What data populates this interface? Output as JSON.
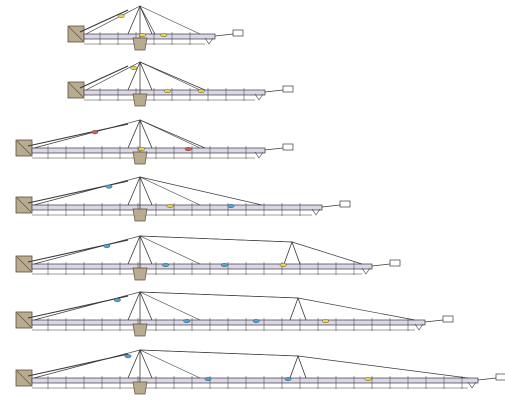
{
  "diagram": {
    "variants": [
      {
        "id": "A",
        "tower2": false,
        "markers": [
          "#e8d24a",
          "#e8d24a",
          "#e8d24a"
        ]
      },
      {
        "id": "B",
        "tower2": false,
        "markers": [
          "#e8d24a",
          "#e8d24a",
          "#e8d24a"
        ]
      },
      {
        "id": "C",
        "tower2": false,
        "markers": [
          "#d45b5b",
          "#e8d24a",
          "#d45b5b"
        ]
      },
      {
        "id": "D",
        "tower2": false,
        "markers": [
          "#4aa6d6",
          "#e8d24a",
          "#4aa6d6"
        ]
      },
      {
        "id": "E",
        "tower2": true,
        "markers": [
          "#4aa6d6",
          "#4aa6d6",
          "#4aa6d6",
          "#e8d24a"
        ]
      },
      {
        "id": "F",
        "tower2": true,
        "markers": [
          "#4aa6d6",
          "#4aa6d6",
          "#4aa6d6",
          "#e8d24a"
        ]
      },
      {
        "id": "G",
        "tower2": true,
        "markers": [
          "#4aa6d6",
          "#4aa6d6",
          "#4aa6d6",
          "#e8d24a"
        ]
      }
    ],
    "colors": {
      "line": "#3a3a3a",
      "boom_fill": "#dcd6e8",
      "base_fill": "#b9ab8f",
      "base_stroke": "#5c4f3c"
    }
  }
}
